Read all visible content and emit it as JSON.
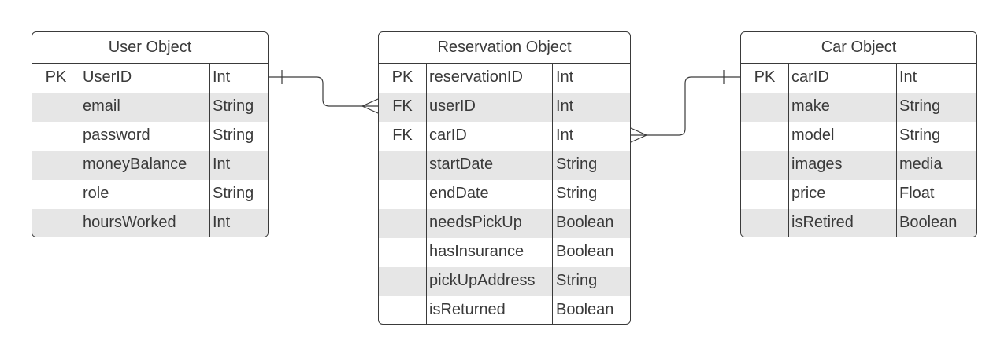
{
  "entities": {
    "user": {
      "title": "User Object",
      "rows": [
        {
          "key": "PK",
          "name": "UserID",
          "type": "Int"
        },
        {
          "key": "",
          "name": "email",
          "type": "String"
        },
        {
          "key": "",
          "name": "password",
          "type": "String"
        },
        {
          "key": "",
          "name": "moneyBalance",
          "type": "Int"
        },
        {
          "key": "",
          "name": "role",
          "type": "String"
        },
        {
          "key": "",
          "name": "hoursWorked",
          "type": "Int"
        }
      ]
    },
    "reservation": {
      "title": "Reservation Object",
      "rows": [
        {
          "key": "PK",
          "name": "reservationID",
          "type": "Int"
        },
        {
          "key": "FK",
          "name": "userID",
          "type": "Int"
        },
        {
          "key": "FK",
          "name": "carID",
          "type": "Int"
        },
        {
          "key": "",
          "name": "startDate",
          "type": "String"
        },
        {
          "key": "",
          "name": "endDate",
          "type": "String"
        },
        {
          "key": "",
          "name": "needsPickUp",
          "type": "Boolean"
        },
        {
          "key": "",
          "name": "hasInsurance",
          "type": "Boolean"
        },
        {
          "key": "",
          "name": "pickUpAddress",
          "type": "String"
        },
        {
          "key": "",
          "name": "isReturned",
          "type": "Boolean"
        }
      ]
    },
    "car": {
      "title": "Car Object",
      "rows": [
        {
          "key": "PK",
          "name": "carID",
          "type": "Int"
        },
        {
          "key": "",
          "name": "make",
          "type": "String"
        },
        {
          "key": "",
          "name": "model",
          "type": "String"
        },
        {
          "key": "",
          "name": "images",
          "type": "media"
        },
        {
          "key": "",
          "name": "price",
          "type": "Float"
        },
        {
          "key": "",
          "name": "isRetired",
          "type": "Boolean"
        }
      ]
    }
  },
  "relationships": [
    {
      "from": "user.UserID",
      "from_cardinality": "one",
      "to": "reservation.userID",
      "to_cardinality": "many"
    },
    {
      "from": "car.carID",
      "from_cardinality": "one",
      "to": "reservation.carID",
      "to_cardinality": "many"
    }
  ],
  "colors": {
    "line": "#3a3a3a",
    "shade": "#e6e6e6",
    "text": "#3a3a3a"
  }
}
